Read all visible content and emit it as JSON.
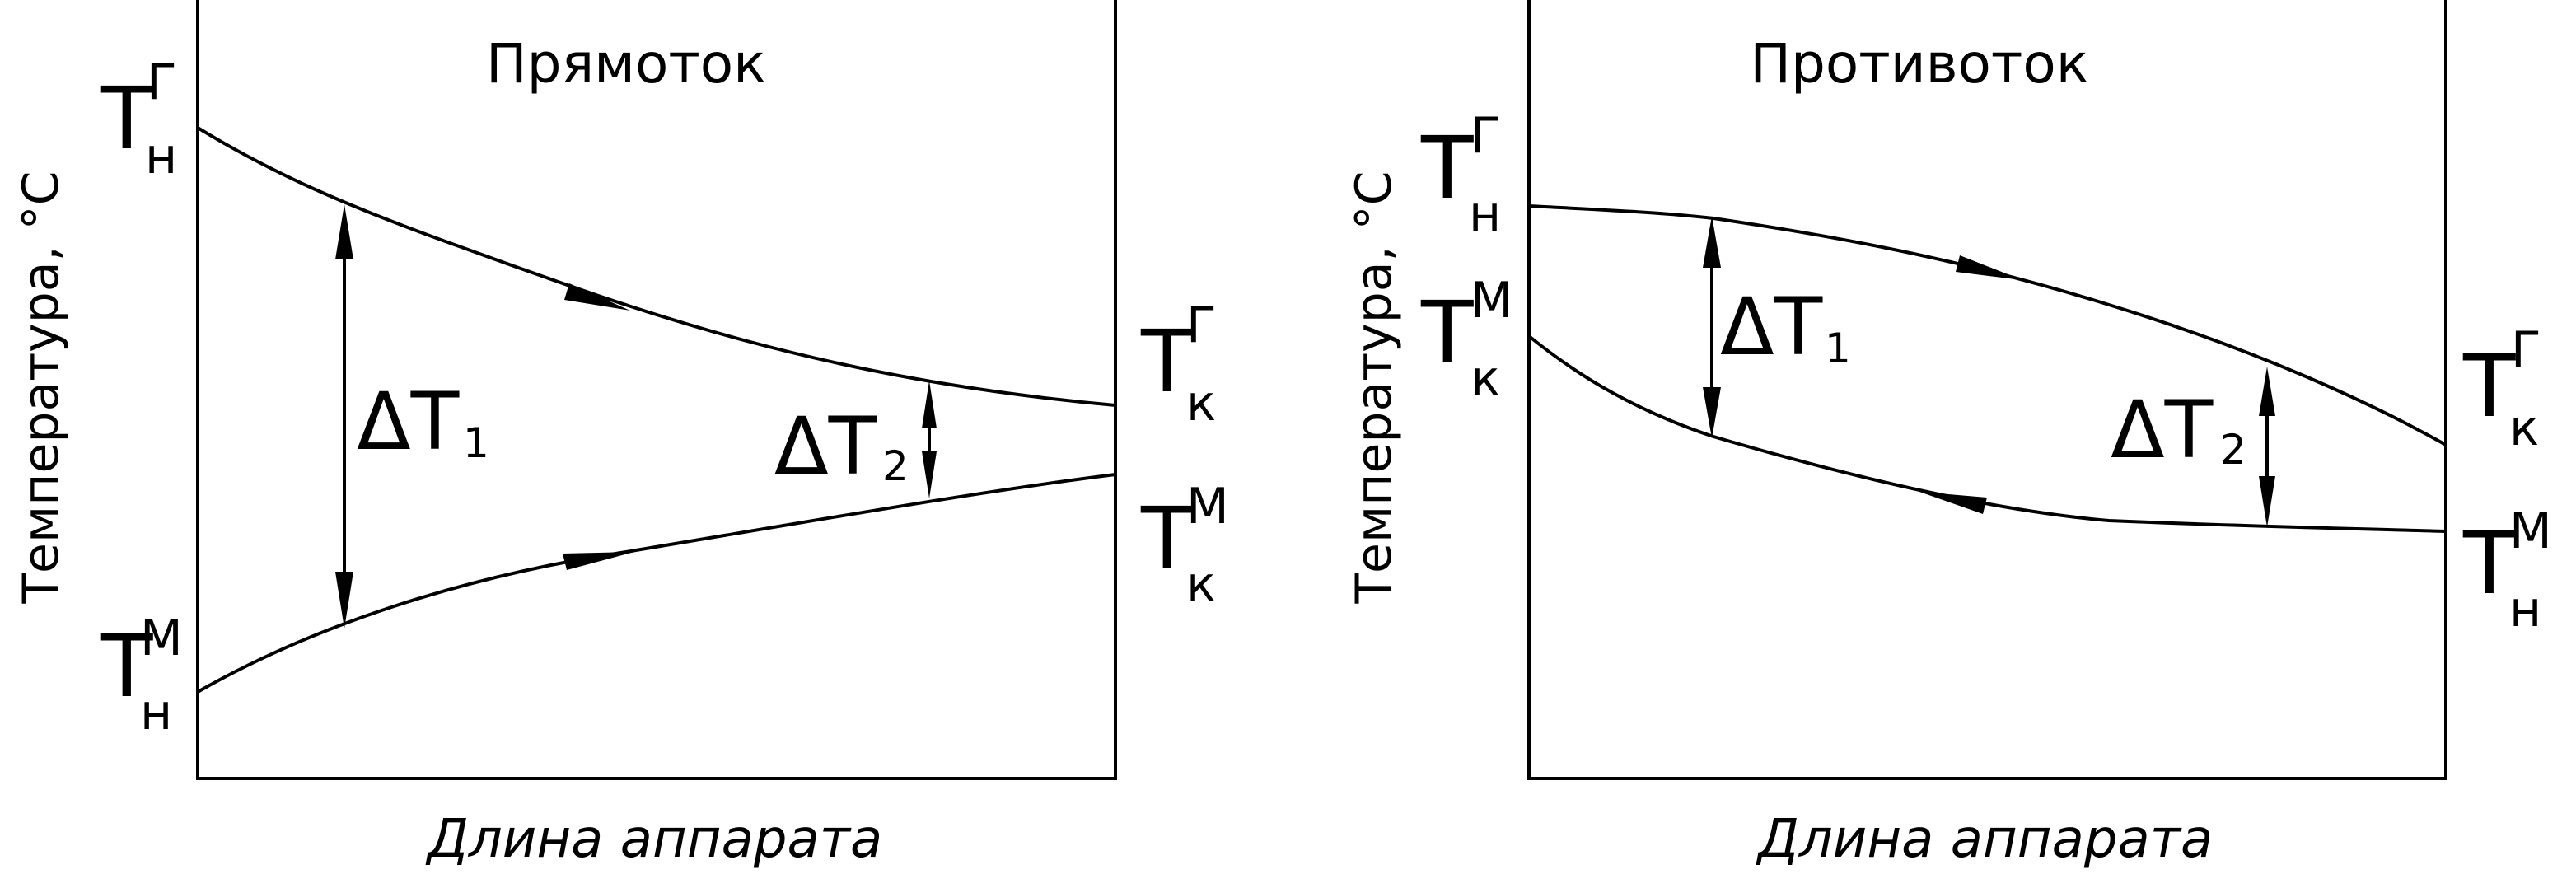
{
  "panels": [
    {
      "title": "Прямоток",
      "xlabel": "Длина аппарата",
      "ylabel": "Температура, °С",
      "labels": {
        "hot_in": {
          "main": "T",
          "sup": "Г",
          "sub": "н"
        },
        "cold_in": {
          "main": "T",
          "sup": "М",
          "sub": "н"
        },
        "hot_out": {
          "main": "T",
          "sup": "Г",
          "sub": "к"
        },
        "cold_out": {
          "main": "T",
          "sup": "М",
          "sub": "к"
        },
        "delta1": {
          "main": "ΔT",
          "sub": "1"
        },
        "delta2": {
          "main": "ΔT",
          "sub": "2"
        }
      }
    },
    {
      "title": "Противоток",
      "xlabel": "Длина аппарата",
      "ylabel": "Температура, °С",
      "labels": {
        "hot_in": {
          "main": "T",
          "sup": "Г",
          "sub": "н"
        },
        "cold_out": {
          "main": "T",
          "sup": "М",
          "sub": "к"
        },
        "hot_out": {
          "main": "T",
          "sup": "Г",
          "sub": "к"
        },
        "cold_in": {
          "main": "T",
          "sup": "М",
          "sub": "н"
        },
        "delta1": {
          "main": "ΔT",
          "sub": "1"
        },
        "delta2": {
          "main": "ΔT",
          "sub": "2"
        }
      }
    }
  ],
  "colors": {
    "line": "#000000",
    "background": "#ffffff"
  }
}
